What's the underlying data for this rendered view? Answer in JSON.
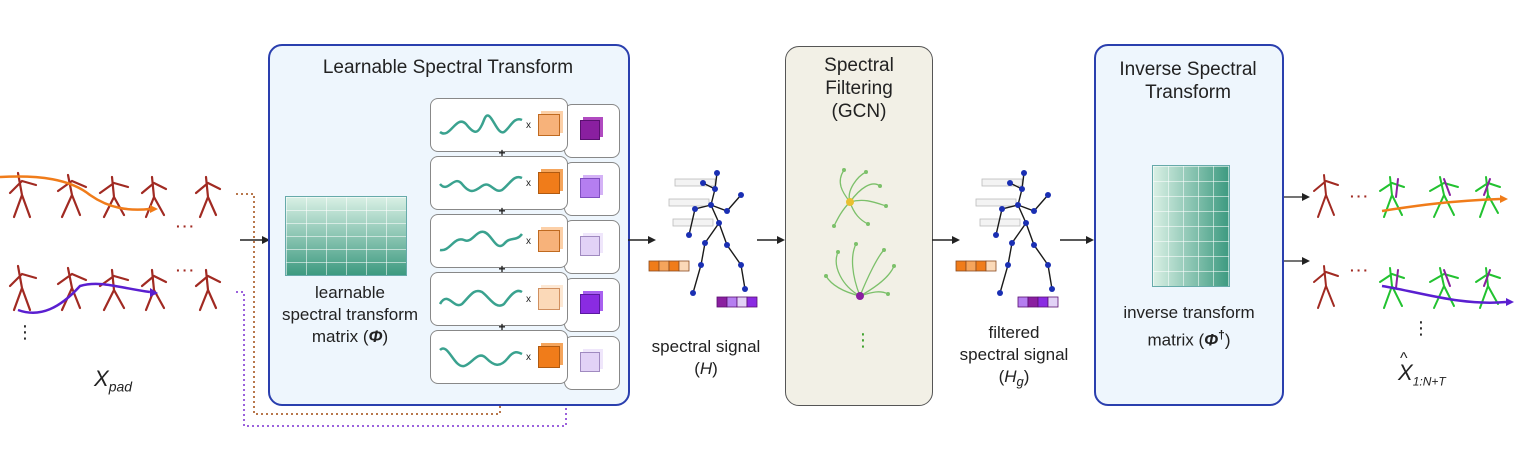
{
  "input": {
    "label": "X",
    "subscript": "pad",
    "ellipsis": "···",
    "vdots": "⋮"
  },
  "lst": {
    "title": "Learnable Spectral Transform",
    "matrix_caption_line1": "learnable",
    "matrix_caption_line2": "spectral transform",
    "matrix_caption_line3": "matrix (",
    "matrix_symbol": "Φ",
    "matrix_caption_close": ")",
    "times": "x",
    "plus": "+"
  },
  "spectral_signal": {
    "line1": "spectral signal",
    "line2_open": "(",
    "symbol": "H",
    "line2_close": ")"
  },
  "filtering": {
    "title_line1": "Spectral",
    "title_line2": "Filtering",
    "title_line3": "(GCN)",
    "vdots": "⋮"
  },
  "filtered_signal": {
    "line1": "filtered",
    "line2": "spectral signal",
    "line3_open": "(",
    "symbol": "H",
    "subscript": "g",
    "line3_close": ")"
  },
  "ist": {
    "title_line1": "Inverse Spectral",
    "title_line2": "Transform",
    "caption_line1": "inverse transform",
    "caption_line2_prefix": "matrix (",
    "symbol": "Φ",
    "superscript": "†",
    "caption_close": ")"
  },
  "output": {
    "label": "X",
    "hat": "^",
    "subscript": "1:N+T",
    "ellipsis": "···",
    "vdots": "⋮"
  },
  "colors": {
    "panel_border": "#2a3fae",
    "panel_fill": "#eef6fd",
    "wave": "#3aa28f",
    "orange": "#f07c1a",
    "purple": "#8a1fa0",
    "skeleton_joint": "#1a2fb3",
    "skeleton_input": "#a12a22",
    "skeleton_output": "#22c230"
  }
}
